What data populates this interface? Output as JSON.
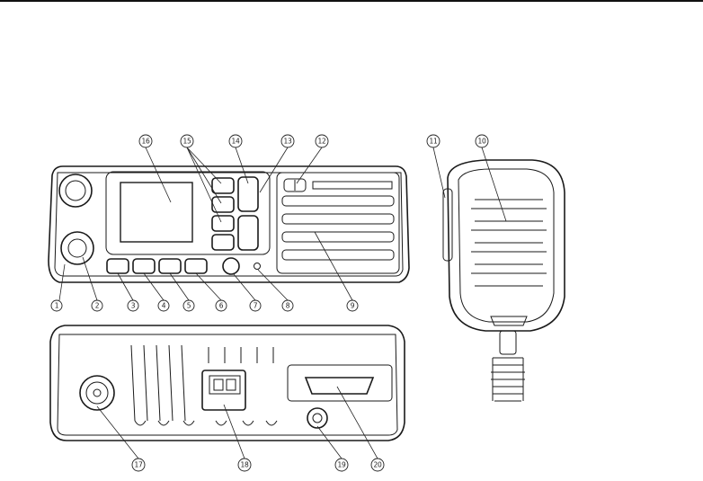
{
  "callouts": {
    "c1": "1",
    "c2": "2",
    "c3": "3",
    "c4": "4",
    "c5": "5",
    "c6": "6",
    "c7": "7",
    "c8": "8",
    "c9": "9",
    "c10": "10",
    "c11": "11",
    "c12": "12",
    "c13": "13",
    "c14": "14",
    "c15": "15",
    "c16": "16",
    "c17": "17",
    "c18": "18",
    "c19": "19",
    "c20": "20"
  },
  "colors": {
    "line": "#1a1a1a",
    "background": "#ffffff"
  },
  "components": {
    "front_panel": "radio-front-panel",
    "rear_panel": "radio-rear-panel",
    "microphone": "hand-microphone"
  }
}
